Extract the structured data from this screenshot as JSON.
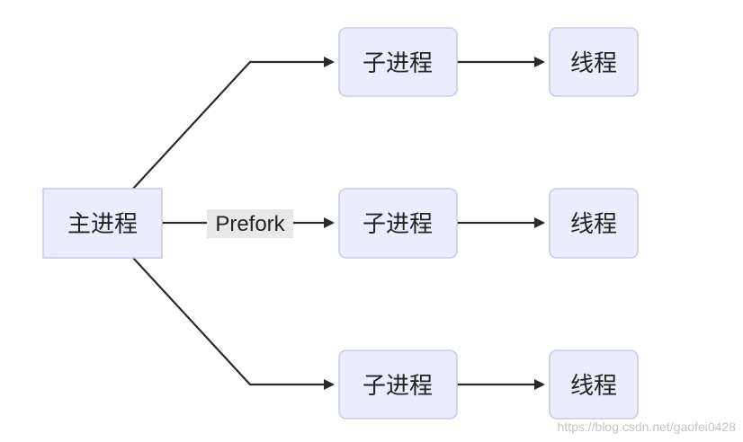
{
  "nodes": {
    "main": "主进程",
    "child_top": "子进程",
    "child_mid": "子进程",
    "child_bottom": "子进程",
    "thread_top": "线程",
    "thread_mid": "线程",
    "thread_bottom": "线程"
  },
  "edge_label": "Prefork",
  "watermark": "https://blog.csdn.net/gaofei0428",
  "colors": {
    "node_fill": "#ececff",
    "node_border": "#c9c9ee",
    "edge": "#2a2a2a",
    "label_bg": "#e8e8e8"
  }
}
